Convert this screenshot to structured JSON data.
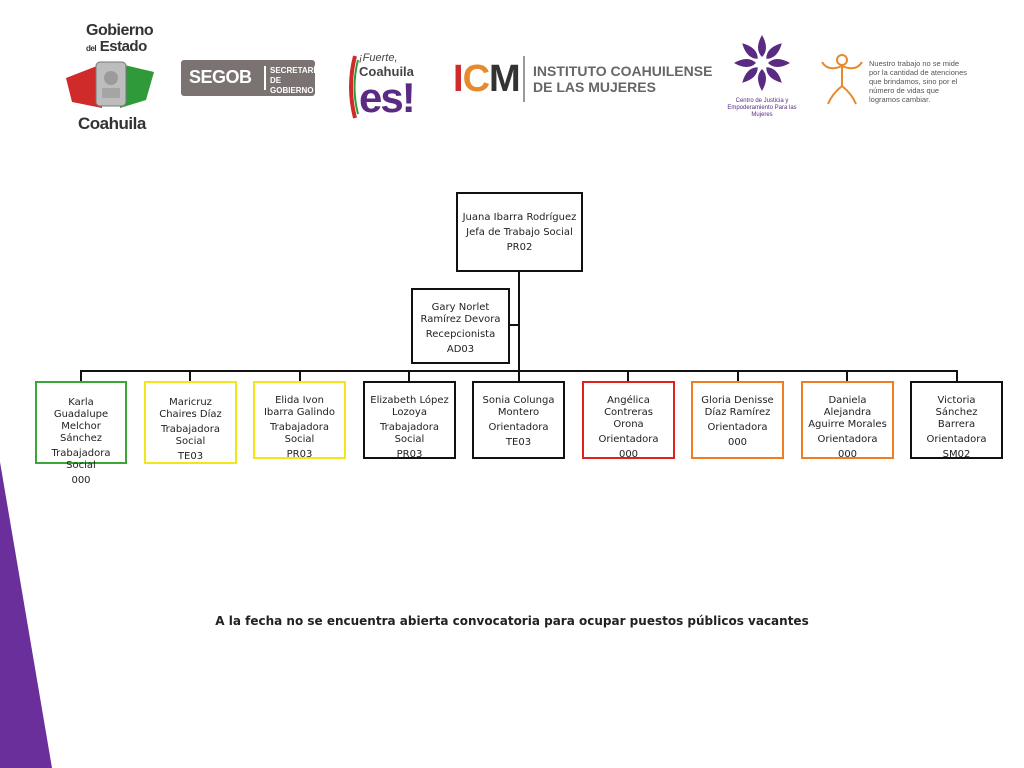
{
  "header": {
    "gobierno": {
      "line1": "Gobierno",
      "line2_small": "del",
      "line2": "Estado",
      "line3": "Coahuila"
    },
    "segob": {
      "name": "SEGOB",
      "sub": "SECRETARÍA DE GOBIERNO"
    },
    "fuerte": {
      "line1": "¡Fuerte,",
      "line2": "Coahuila",
      "line3": "es!"
    },
    "icm": {
      "acronym": "ICM",
      "line1": "INSTITUTO COAHUILENSE",
      "line2": "DE LAS MUJERES"
    },
    "cjem": {
      "text": "Centro de Justicia y Empoderamiento Para las Mujeres"
    },
    "nuestro": {
      "text": "Nuestro trabajo no se mide por la cantidad de atenciones que brindamos, sino por el número de vidas que logramos cambiar."
    }
  },
  "org": {
    "head": {
      "name": "Juana Ibarra Rodríguez",
      "role": "Jefa de Trabajo Social",
      "code": "PR02"
    },
    "assistant": {
      "name": "Gary Norlet Ramírez Devora",
      "role": "Recepcionista",
      "code": "AD03"
    },
    "staff": [
      {
        "name": "Karla Guadalupe Melchor Sánchez",
        "role": "Trabajadora Social",
        "code": "000"
      },
      {
        "name": "Maricruz Chaires Díaz",
        "role": "Trabajadora Social",
        "code": "TE03"
      },
      {
        "name": "Elida Ivon Ibarra Galindo",
        "role": "Trabajadora Social",
        "code": "PR03"
      },
      {
        "name": "Elizabeth López Lozoya",
        "role": "Trabajadora Social",
        "code": "PR03"
      },
      {
        "name": "Sonia Colunga Montero",
        "role": "Orientadora",
        "code": "TE03"
      },
      {
        "name": "Angélica Contreras Orona",
        "role": "Orientadora",
        "code": "000"
      },
      {
        "name": "Gloria Denisse Díaz Ramírez",
        "role": "Orientadora",
        "code": "000"
      },
      {
        "name": "Daniela Alejandra Aguirre Morales",
        "role": "Orientadora",
        "code": "000"
      },
      {
        "name": "Victoria Sánchez Barrera",
        "role": "Orientadora",
        "code": "SM02"
      }
    ]
  },
  "colors": {
    "green": "#3aa63a",
    "yellow": "#f2e61a",
    "red": "#e0221f",
    "orange": "#ef7d22",
    "purple": "#6a2f9a",
    "black": "#111111"
  },
  "footer": {
    "text": "A la fecha no se encuentra abierta convocatoria para ocupar puestos públicos vacantes"
  }
}
